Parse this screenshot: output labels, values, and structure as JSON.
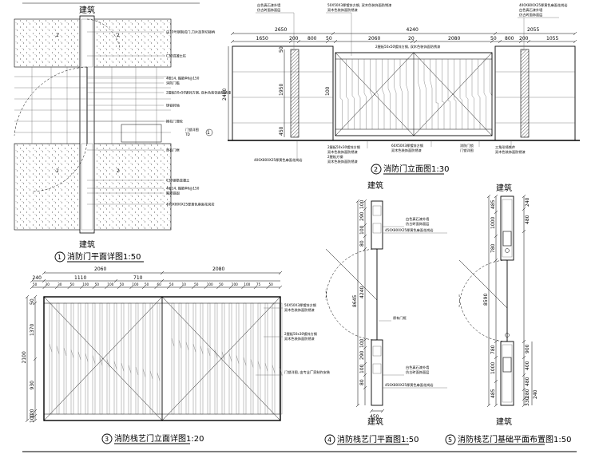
{
  "labels": {
    "building": "建筑"
  },
  "views": [
    {
      "num": "1",
      "title": "消防门平面详图1:50"
    },
    {
      "num": "2",
      "title": "消防门立面图1:30"
    },
    {
      "num": "3",
      "title": "消防栈艺门立面详图1:20"
    },
    {
      "num": "4",
      "title": "消防栈艺门平面图1:50"
    },
    {
      "num": "5",
      "title": "消防栈艺门基础平面布置图1:50"
    }
  ],
  "view1_notes": [
    "由10号钢制成门,刀片加剪切接柄",
    "C30混凝土柱",
    "4根14, 箍筋Φ6@150",
    "消防门槛",
    "2厘板50x50镀锌方钢, 双木色装饰面防锈漆",
    "铸铁转轴",
    "推拉门滑轮",
    "原有门框",
    "C30钢筋混凝土",
    "4根14, 箍筋Φ6@150",
    "箍筋锚固",
    "400X800X25厚黄色麻面花岗岩"
  ],
  "view1_callouts": [
    "门锁详图",
    "TD"
  ],
  "view2_top_dims": [
    "2650",
    "4240",
    "2055"
  ],
  "view2_sub_dims": [
    "1650",
    "200",
    "800",
    "50",
    "2060",
    "20",
    "2080",
    "50",
    "800",
    "200",
    "1055"
  ],
  "view2_vert_dims": [
    "2400",
    "50",
    "1950",
    "100",
    "450"
  ],
  "view2_notes_top": [
    "白色真石漆外墙",
    "仿古砖面饰面层",
    "50X50X3厚镀锌方钢, 双木色装饰面防锈漆",
    "双木色装饰面防锈漆",
    "2厘板50x50镀锌方钢, 双木色装饰面防锈漆",
    "400X800X25厚黄色麻面花岗岩",
    "白色真石漆外墙",
    "仿古砖面饰面层"
  ],
  "view2_notes_bottom": [
    "400X800X25厚黄色麻面花岗岩",
    "2厘板50x30镀锌方钢",
    "双木色装饰面防锈漆",
    "2厘板方钢",
    "双木色装饰面防锈漆",
    "60X50X3厚镀锌方钢",
    "双木色装饰面防锈漆",
    "消防门锁",
    "门锁详图",
    "三角形铸铁件",
    "双木色装饰面防锈漆"
  ],
  "view3_top_dims": [
    "2060",
    "2080"
  ],
  "view3_sub_dims": [
    "240",
    "1110",
    "710"
  ],
  "view3_seq_dims": [
    "50",
    "30",
    "30",
    "50",
    "100",
    "50",
    "100",
    "50",
    "100",
    "50",
    "60",
    "50",
    "10",
    "50",
    "100",
    "50",
    "100",
    "100",
    "75",
    "50"
  ],
  "view3_vert_dims": [
    "50",
    "1370",
    "2100",
    "930",
    "120",
    "100"
  ],
  "view3_notes": [
    "50X50X3厚镀锌方钢",
    "双木色装饰面防锈漆",
    "2厘板50x30镀锌方钢",
    "双木色装饰面防锈漆",
    "门锁详图, 由专业厂家制作安装"
  ],
  "view4_dims": [
    "100",
    "290",
    "100",
    "80",
    "4240",
    "8645",
    "100",
    "290",
    "100",
    "80",
    "450"
  ],
  "view4_notes": [
    "白色真石漆外墙",
    "仿古砖面饰面层",
    "450X800X25厚黄色麻面花岗岩",
    "原有门框",
    "白色真石漆外墙",
    "仿古砖面饰面层",
    "450X800X25厚黄色麻面花岗岩"
  ],
  "view5_dims": [
    "485",
    "1000",
    "780",
    "8590",
    "780",
    "1000",
    "485",
    "240",
    "480",
    "900",
    "400",
    "480",
    "280",
    "330",
    "240"
  ]
}
